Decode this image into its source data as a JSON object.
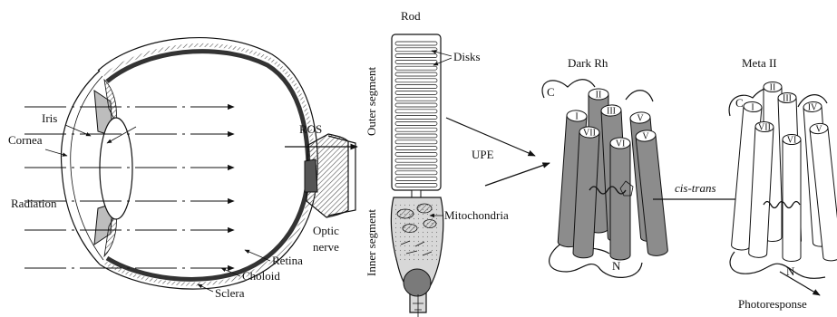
{
  "eye": {
    "iris": "Iris",
    "cornea": "Cornea",
    "radiation": "Radiation",
    "optic_nerve_1": "Optic",
    "optic_nerve_2": "nerve",
    "retina": "Retina",
    "choloid": "Choloid",
    "sclera": "Sclera"
  },
  "ros": "ROS",
  "upe": "UPE",
  "rod": {
    "title": "Rod",
    "disks": "Disks",
    "outer_segment": "Outer segment",
    "inner_segment": "Inner segment",
    "mitochondria": "Mitochondria"
  },
  "dark_rh": {
    "title": "Dark Rh",
    "c": "C",
    "n": "N",
    "helices": [
      "I",
      "II",
      "III",
      "V",
      "VII",
      "VI",
      "V"
    ]
  },
  "cis_trans": "cis-trans",
  "meta": {
    "title": "Meta II",
    "c": "C",
    "n": "N",
    "helices": [
      "II",
      "I",
      "III",
      "IV",
      "VII",
      "VI",
      "V"
    ],
    "photoresponse": "Photoresponse"
  },
  "colors": {
    "helix_fill": "#8c8c8c",
    "line": "#111111"
  }
}
